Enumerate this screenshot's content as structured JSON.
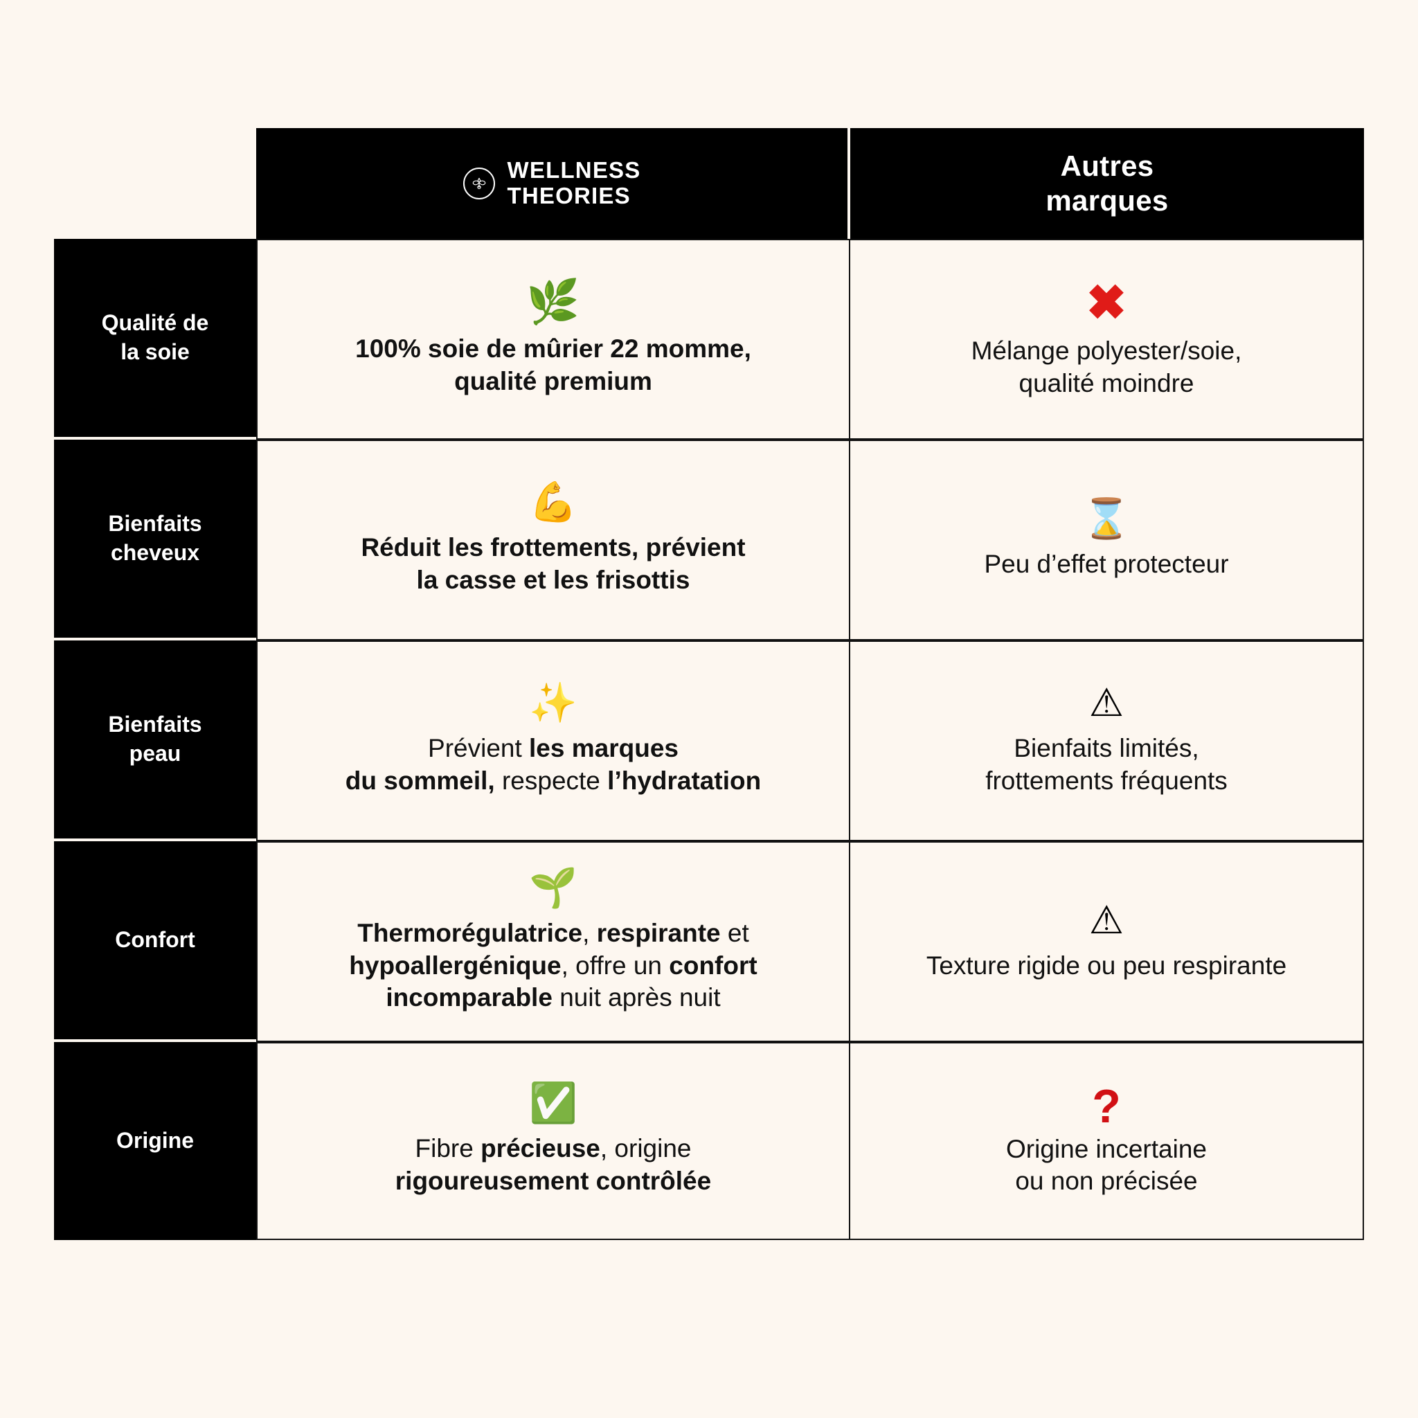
{
  "page": {
    "background_color": "#FDF7F0",
    "accent_black": "#000000",
    "negative_red": "#E01B18",
    "warning_yellow": "#FACC15",
    "positive_green": "#22A33C"
  },
  "header": {
    "label_column": "",
    "brand": {
      "logo_icon": "bee-circle-icon",
      "line1": "WELLNESS",
      "line2": "THEORIES"
    },
    "competitor": {
      "line1": "Autres",
      "line2": "marques"
    }
  },
  "rows": [
    {
      "label": "Qualité de\nla soie",
      "label_line1": "Qualité de",
      "label_line2": "la soie",
      "brand": {
        "icon": "herb-leaf-emoji",
        "icon_glyph": "🌿",
        "text_line1": "100% soie de mûrier 22 momme,",
        "text_line2": "qualité premium",
        "style": "bold"
      },
      "competitor": {
        "icon": "red-cross-mark-icon",
        "icon_glyph": "✖",
        "text_line1": "Mélange polyester/soie,",
        "text_line2": "qualité moindre"
      }
    },
    {
      "label_line1": "Bienfaits",
      "label_line2": "cheveux",
      "brand": {
        "icon": "flexed-biceps-emoji",
        "icon_glyph": "💪",
        "text_line1": "Réduit les frottements, prévient",
        "text_line2": "la casse et les frisottis",
        "style": "bold"
      },
      "competitor": {
        "icon": "hourglass-emoji",
        "icon_glyph": "⌛",
        "text_line1": "Peu d’effet protecteur",
        "text_line2": ""
      }
    },
    {
      "label_line1": "Bienfaits",
      "label_line2": "peau",
      "brand": {
        "icon": "sparkles-emoji",
        "icon_glyph": "✨",
        "rich_line1_plain": "Prévient ",
        "rich_line1_bold": "les marques",
        "rich_line2_bold_a": "du sommeil,",
        "rich_line2_plain": " respecte ",
        "rich_line2_bold_b": "l’hydratation",
        "style": "mixed"
      },
      "competitor": {
        "icon": "warning-triangle-emoji",
        "icon_glyph": "⚠",
        "text_line1": "Bienfaits limités,",
        "text_line2": "frottements fréquents"
      }
    },
    {
      "label_line1": "Confort",
      "label_line2": "",
      "brand": {
        "icon": "seedling-emoji",
        "icon_glyph": "🌱",
        "rich_line1_bold_a": "Thermorégulatrice",
        "rich_line1_plain_a": ", ",
        "rich_line1_bold_b": "respirante",
        "rich_line1_plain_b": " et",
        "rich_line2_bold_a": "hypoallergénique",
        "rich_line2_plain": ", offre un ",
        "rich_line2_bold_b": "confort",
        "rich_line3_bold": "incomparable",
        "rich_line3_plain": " nuit après nuit",
        "style": "mixed"
      },
      "competitor": {
        "icon": "warning-triangle-emoji",
        "icon_glyph": "⚠",
        "text_line1": "Texture rigide ou peu respirante",
        "text_line2": ""
      }
    },
    {
      "label_line1": "Origine",
      "label_line2": "",
      "brand": {
        "icon": "white-check-mark-emoji",
        "icon_glyph": "✅",
        "rich_line1_plain_a": "Fibre ",
        "rich_line1_bold": "précieuse",
        "rich_line1_plain_b": ", origine",
        "rich_line2_bold": "rigoureusement contrôlée",
        "style": "mixed"
      },
      "competitor": {
        "icon": "red-question-mark-icon",
        "icon_glyph": "?",
        "text_line1": "Origine incertaine",
        "text_line2": "ou non précisée"
      }
    }
  ]
}
